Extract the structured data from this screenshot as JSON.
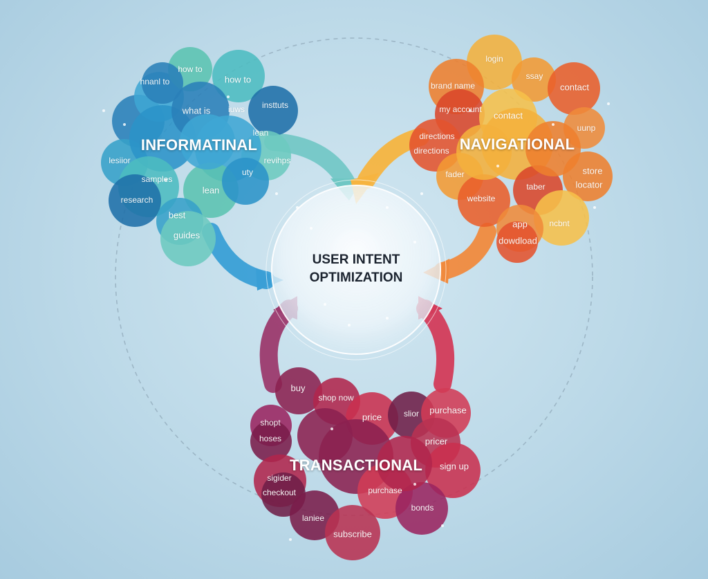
{
  "center": {
    "line1": "USER INTENT",
    "line2": "OPTIMIZATION"
  },
  "clusters": {
    "informational": {
      "title": "INFORMATINAL",
      "color": "#2b8fc2",
      "keywords": [
        "how to",
        "hnanl to",
        "how to",
        "what is",
        "iuws",
        "insttuts",
        "lean",
        "lesiior",
        "revihps",
        "samples",
        "lean",
        "uty",
        "research",
        "best",
        "guides"
      ]
    },
    "navigational": {
      "title": "NAVIGATIONAL",
      "color": "#f08a2c",
      "keywords": [
        "login",
        "brand name",
        "ssay",
        "contact",
        "my account",
        "contact",
        "uunp",
        "directions",
        "directions",
        "store",
        "fader",
        "locator",
        "website",
        "taber",
        "app",
        "ncbnt",
        "dowdload"
      ]
    },
    "transactional": {
      "title": "TRANSACTIONAL",
      "color": "#a02a52",
      "keywords": [
        "buy",
        "shop now",
        "price",
        "slior",
        "purchase",
        "shopt",
        "hoses",
        "pricer",
        "sigider",
        "sign up",
        "checkout",
        "purchase",
        "bonds",
        "laniee",
        "subscribe"
      ]
    }
  }
}
